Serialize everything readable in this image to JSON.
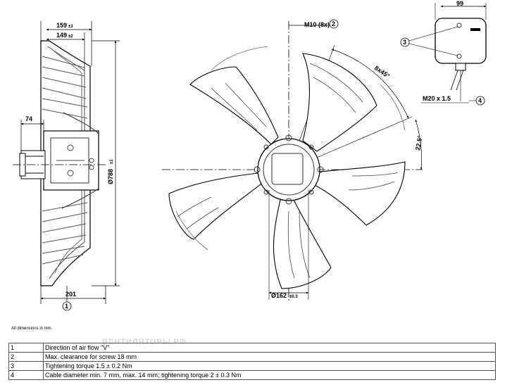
{
  "side_view": {
    "dim_overall_depth": "159",
    "dim_overall_tol": "±3",
    "dim_guard_depth": "149",
    "dim_guard_tol": "±2",
    "dim_hub_offset": "74",
    "dim_diameter": "Ø788",
    "dim_diameter_tol": "±1",
    "dim_bottom_depth": "201",
    "callout_airflow": "1"
  },
  "front_view": {
    "screw_label": "M10 (8x)",
    "screw_callout": "2",
    "angle_spacing": "8x45°",
    "angle_offset": "22.5°",
    "center_diameter": "Ø162",
    "center_tol": "±0.3"
  },
  "terminal_box": {
    "width_label": "99",
    "torque_callout": "3",
    "gland_label": "M20 x 1.5",
    "cable_callout": "4"
  },
  "note": "All dimensions in mm.",
  "watermark": "ВЕНТИЛЯТОРЫ.РФ",
  "legend": [
    {
      "num": "1",
      "text": "Direction of air flow \"V\""
    },
    {
      "num": "2",
      "text": "Max. clearance for screw 18 mm"
    },
    {
      "num": "3",
      "text": "Tightening torque 1.5 ± 0.2 Nm"
    },
    {
      "num": "4",
      "text": "Cable diameter min. 7 mm, max. 14 mm; tightening torque 2 ± 0.3 Nm"
    }
  ]
}
